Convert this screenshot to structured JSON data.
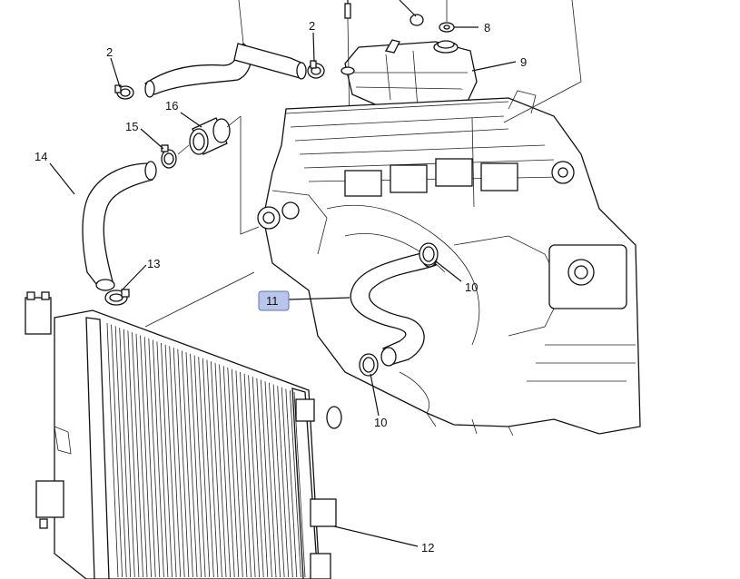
{
  "callouts": {
    "c2a": "2",
    "c2b": "2",
    "c8": "8",
    "c9": "9",
    "c16": "16",
    "c15": "15",
    "c14": "14",
    "c13": "13",
    "c11": "11",
    "c10a": "10",
    "c10b": "10",
    "c12": "12"
  },
  "colors": {
    "line": "#111111",
    "highlight_fill": "#b9c6ea",
    "highlight_stroke": "#5f73b8"
  }
}
